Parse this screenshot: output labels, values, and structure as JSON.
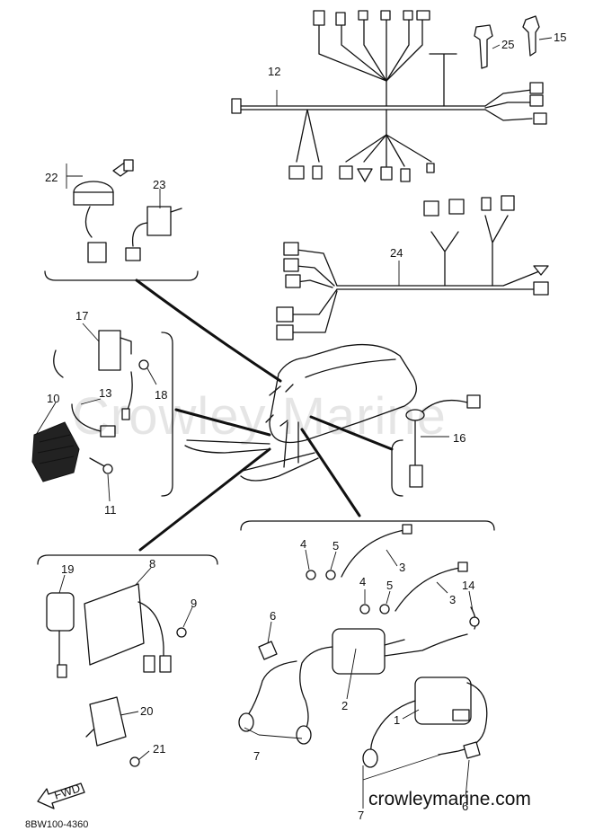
{
  "callouts": [
    {
      "id": "12",
      "label": "12"
    },
    {
      "id": "25",
      "label": "25"
    },
    {
      "id": "15",
      "label": "15"
    },
    {
      "id": "22",
      "label": "22"
    },
    {
      "id": "23",
      "label": "23"
    },
    {
      "id": "24",
      "label": "24"
    },
    {
      "id": "17",
      "label": "17"
    },
    {
      "id": "18",
      "label": "18"
    },
    {
      "id": "13",
      "label": "13"
    },
    {
      "id": "10",
      "label": "10"
    },
    {
      "id": "11",
      "label": "11"
    },
    {
      "id": "16",
      "label": "16"
    },
    {
      "id": "4a",
      "label": "4"
    },
    {
      "id": "5a",
      "label": "5"
    },
    {
      "id": "3a",
      "label": "3"
    },
    {
      "id": "4b",
      "label": "4"
    },
    {
      "id": "5b",
      "label": "5"
    },
    {
      "id": "3b",
      "label": "3"
    },
    {
      "id": "14",
      "label": "14"
    },
    {
      "id": "19",
      "label": "19"
    },
    {
      "id": "8",
      "label": "8"
    },
    {
      "id": "9",
      "label": "9"
    },
    {
      "id": "6a",
      "label": "6"
    },
    {
      "id": "2",
      "label": "2"
    },
    {
      "id": "1",
      "label": "1"
    },
    {
      "id": "20",
      "label": "20"
    },
    {
      "id": "21",
      "label": "21"
    },
    {
      "id": "7a",
      "label": "7"
    },
    {
      "id": "7b",
      "label": "7"
    },
    {
      "id": "6b",
      "label": "6"
    }
  ],
  "watermark": "Crowley Marine",
  "site_text": "crowleymarine.com",
  "drawing_code": "8BW100-4360",
  "fwd_label": "FWD"
}
